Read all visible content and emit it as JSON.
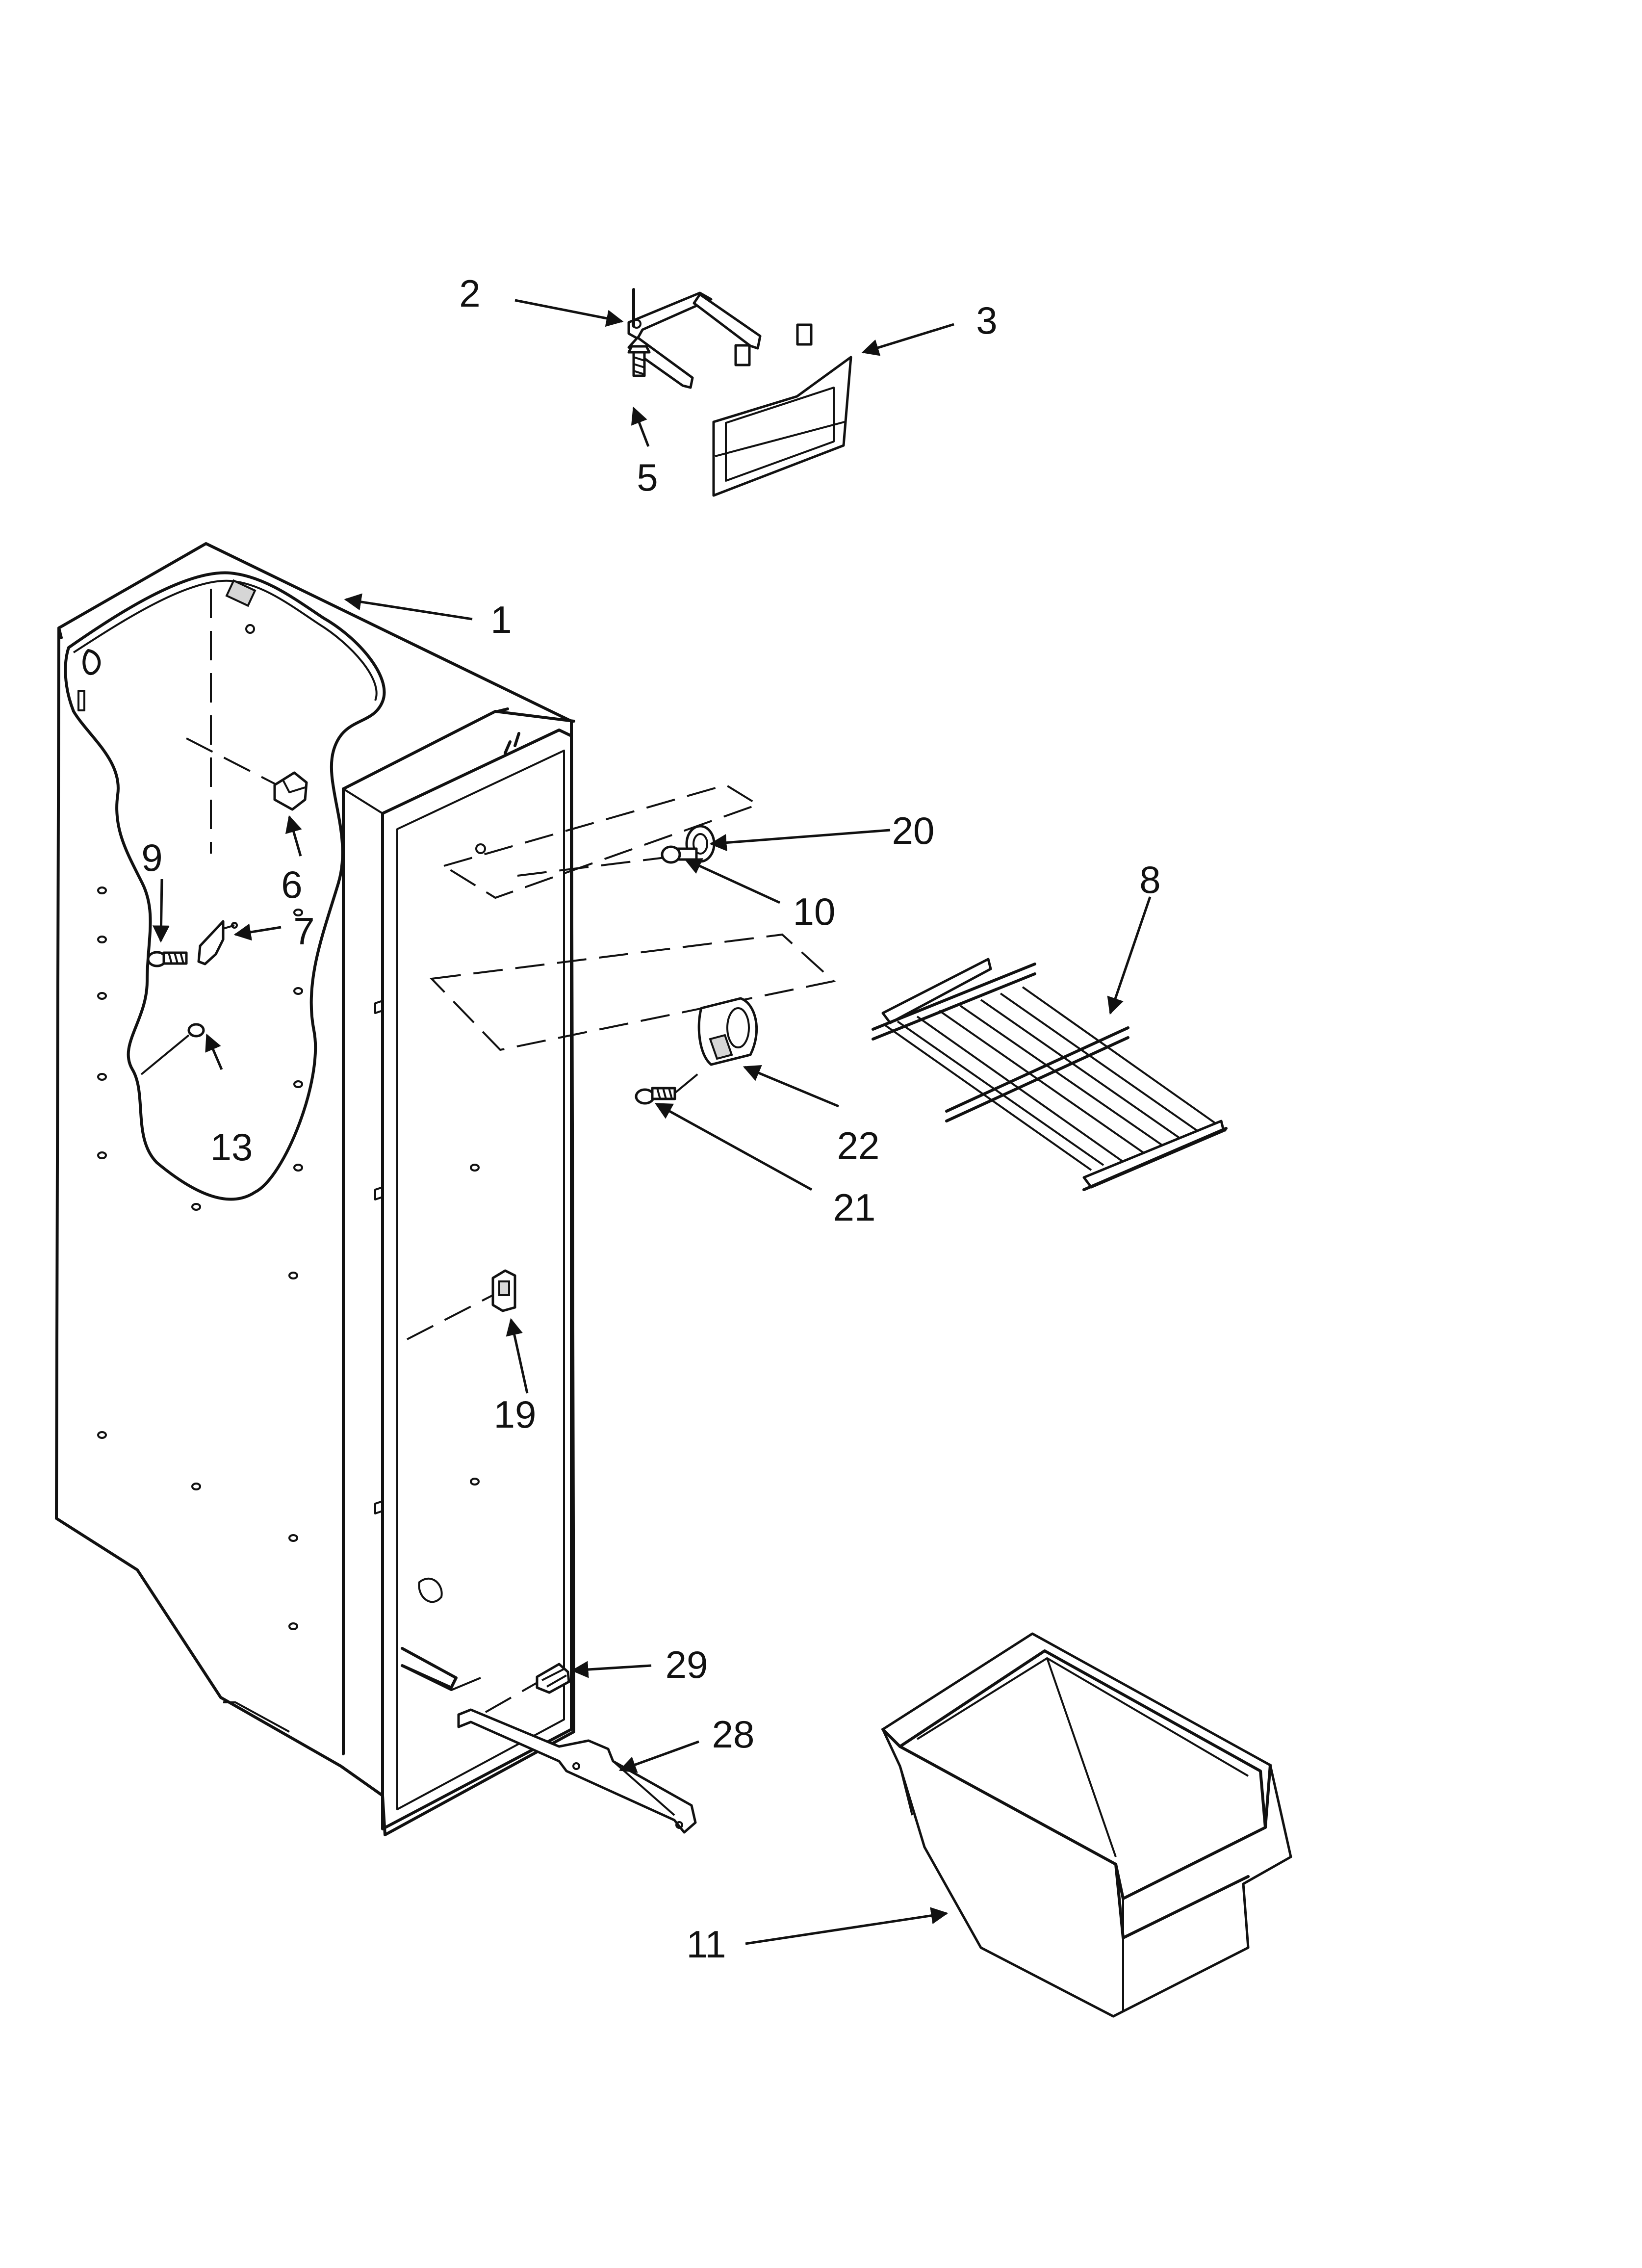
{
  "callouts": {
    "c1": "1",
    "c2": "2",
    "c3": "3",
    "c5": "5",
    "c6": "6",
    "c7": "7",
    "c8": "8",
    "c9": "9",
    "c10": "10",
    "c11": "11",
    "c13": "13",
    "c19": "19",
    "c20": "20",
    "c21": "21",
    "c22": "22",
    "c28": "28",
    "c29": "29"
  },
  "parts": [
    {
      "id": "1",
      "name": "cabinet-liner"
    },
    {
      "id": "2",
      "name": "shelf-bracket"
    },
    {
      "id": "3",
      "name": "crisper-cover"
    },
    {
      "id": "5",
      "name": "screw"
    },
    {
      "id": "6",
      "name": "clip"
    },
    {
      "id": "7",
      "name": "bracket"
    },
    {
      "id": "8",
      "name": "wire-shelf"
    },
    {
      "id": "9",
      "name": "screw"
    },
    {
      "id": "10",
      "name": "screw"
    },
    {
      "id": "11",
      "name": "storage-bin"
    },
    {
      "id": "13",
      "name": "screw"
    },
    {
      "id": "19",
      "name": "switch"
    },
    {
      "id": "20",
      "name": "support"
    },
    {
      "id": "21",
      "name": "screw"
    },
    {
      "id": "22",
      "name": "shelf-support"
    },
    {
      "id": "28",
      "name": "rail"
    },
    {
      "id": "29",
      "name": "screw"
    }
  ]
}
